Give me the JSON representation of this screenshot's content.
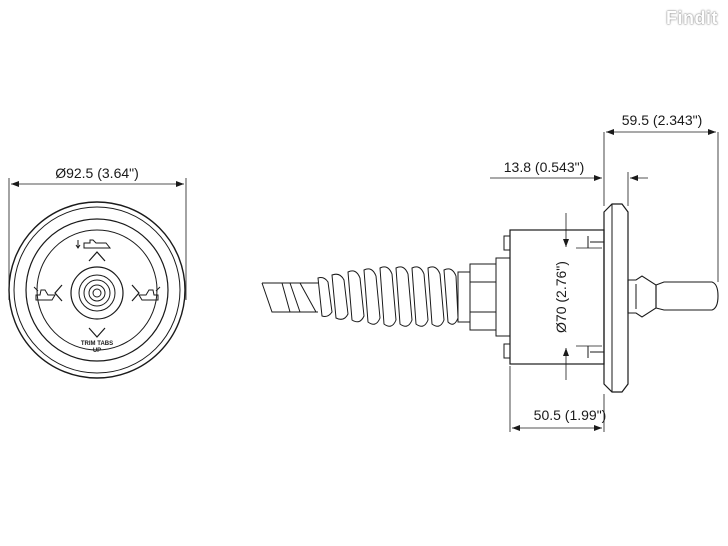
{
  "watermark": "Findit",
  "front_view": {
    "diameter_label": "Ø92.5 (3.64\")",
    "switch_label_line1": "TRIM TABS",
    "switch_label_line2": "UP"
  },
  "side_view": {
    "overall_length_label": "59.5 (2.343\")",
    "flange_thickness_label": "13.8 (0.543\")",
    "body_diameter_label": "Ø70 (2.76\")",
    "depth_label": "50.5 (1.99\")"
  }
}
